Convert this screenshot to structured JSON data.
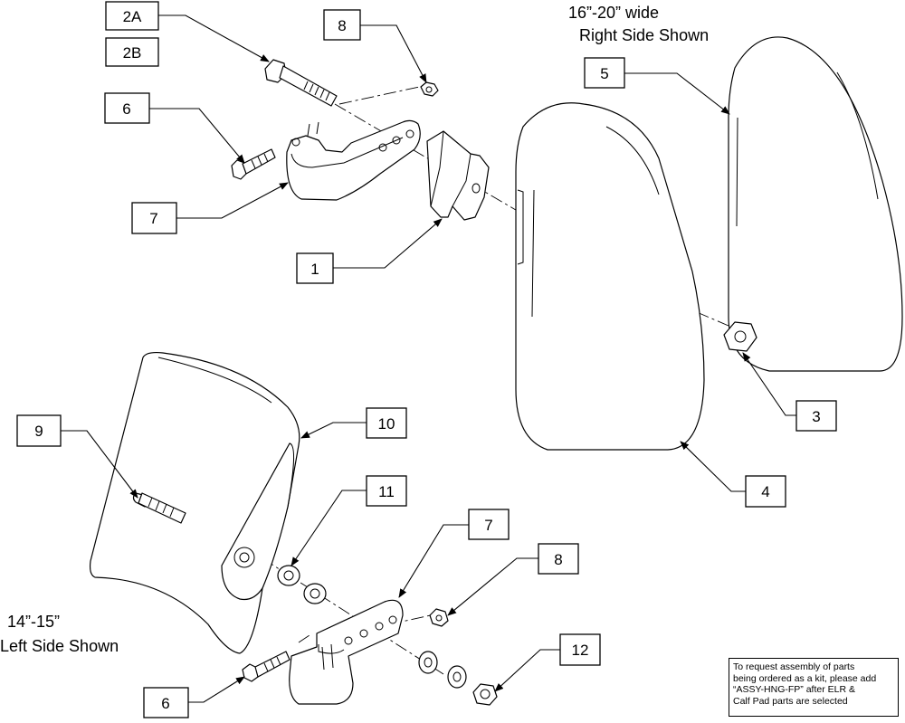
{
  "captions": {
    "right_line1": "16”-20” wide",
    "right_line2": "Right Side Shown",
    "left_line1": "14”-15”",
    "left_line2": "Left Side Shown"
  },
  "note": {
    "lines": [
      "To request assembly of parts",
      "being ordered as a kit, please add",
      "“ASSY-HNG-FP” after ELR &",
      "Calf Pad parts are selected"
    ]
  },
  "callouts": {
    "c2a": "2A",
    "c2b": "2B",
    "c8top": "8",
    "c5": "5",
    "c6top": "6",
    "c7top": "7",
    "c1": "1",
    "c3": "3",
    "c4": "4",
    "c9": "9",
    "c10": "10",
    "c11": "11",
    "c7bot": "7",
    "c8bot": "8",
    "c12": "12",
    "c6bot": "6"
  },
  "colors": {
    "line": "#000000",
    "background": "#ffffff"
  }
}
